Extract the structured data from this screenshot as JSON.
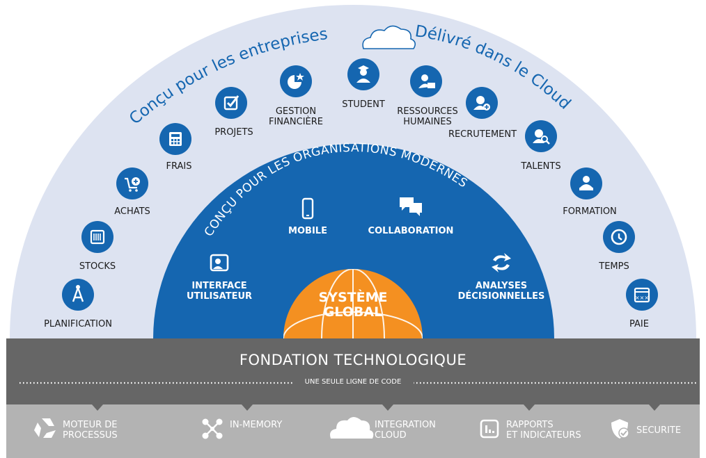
{
  "arc_titles": {
    "left": "Conçu pour les entreprises",
    "right": "Délivré dans le Cloud",
    "inner": "CONÇU POUR LES ORGANISATIONS MODERNES"
  },
  "outer_modules": [
    {
      "label": "PLANIFICATION",
      "icon": "compass-icon"
    },
    {
      "label": "STOCKS",
      "icon": "barcode-box-icon"
    },
    {
      "label": "ACHATS",
      "icon": "cart-plus-icon"
    },
    {
      "label": "FRAIS",
      "icon": "calculator-icon"
    },
    {
      "label": "PROJETS",
      "icon": "checkbox-icon"
    },
    {
      "label": "GESTION\nFINANCIÈRE",
      "icon": "pie-star-icon"
    },
    {
      "label": "STUDENT",
      "icon": "graduates-icon"
    },
    {
      "label": "RESSOURCES\nHUMAINES",
      "icon": "person-folder-icon"
    },
    {
      "label": "RECRUTEMENT",
      "icon": "person-plus-icon"
    },
    {
      "label": "TALENTS",
      "icon": "person-search-icon"
    },
    {
      "label": "FORMATION",
      "icon": "person-laptop-icon"
    },
    {
      "label": "TEMPS",
      "icon": "clock-icon"
    },
    {
      "label": "PAIE",
      "icon": "calendar-icon"
    }
  ],
  "inner_features": [
    {
      "label": "INTERFACE\nUTILISATEUR",
      "icon": "user-window-icon"
    },
    {
      "label": "MOBILE",
      "icon": "smartphone-icon"
    },
    {
      "label": "COLLABORATION",
      "icon": "chat-bubbles-icon"
    },
    {
      "label": "ANALYSES\nDÉCISIONNELLES",
      "icon": "refresh-arrows-icon"
    }
  ],
  "core": {
    "label": "SYSTÈME\nGLOBAL"
  },
  "foundation": {
    "title": "FONDATION TECHNOLOGIQUE",
    "subtitle": "UNE SEULE LIGNE DE CODE"
  },
  "pillars": [
    {
      "label": "MOTEUR DE\nPROCESSUS",
      "icon": "recycle-arrows-icon"
    },
    {
      "label": "IN-MEMORY",
      "icon": "network-nodes-icon"
    },
    {
      "label": "INTEGRATION\nCLOUD",
      "icon": "cloud-icon"
    },
    {
      "label": "RAPPORTS\nET INDICATEURS",
      "icon": "bar-report-icon"
    },
    {
      "label": "SECURITE",
      "icon": "shield-check-icon"
    }
  ],
  "colors": {
    "outer_arc": "#dde3f1",
    "inner_arc": "#1566b0",
    "icon_circle": "#1566b0",
    "core": "#f49021",
    "foundation": "#666666",
    "pillars": "#b3b3b3"
  }
}
